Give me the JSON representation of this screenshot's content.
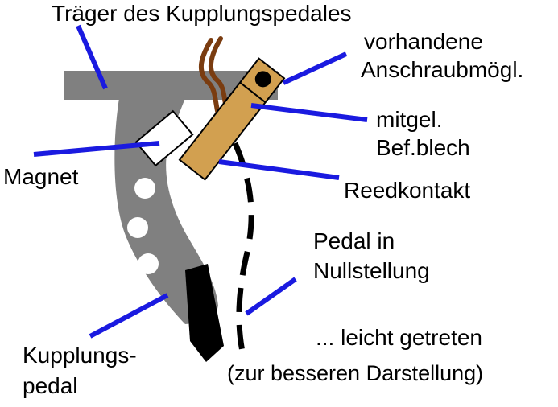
{
  "diagram": {
    "labels": {
      "traeger": "Träger des Kupplungspedales",
      "vorhandene_line1": "vorhandene",
      "vorhandene_line2": "Anschraubmögl.",
      "mitgel_line1": "mitgel.",
      "mitgel_line2": "Bef.blech",
      "reedkontakt": "Reedkontakt",
      "magnet": "Magnet",
      "pedal_line1": "Pedal in",
      "pedal_line2": "Nullstellung",
      "kupplung_line1": "Kupplungs-",
      "kupplung_line2": "pedal",
      "leicht_getreten": "... leicht getreten",
      "darstellung": "(zur besseren Darstellung)"
    },
    "colors": {
      "annotation_line": "#1a1ae0",
      "carrier_gray": "#808080",
      "plate_tan": "#d2a050",
      "wire_brown": "#7a3c10",
      "pedal_black": "#000000",
      "magnet_white": "#ffffff",
      "dashed_line": "#000000"
    }
  }
}
